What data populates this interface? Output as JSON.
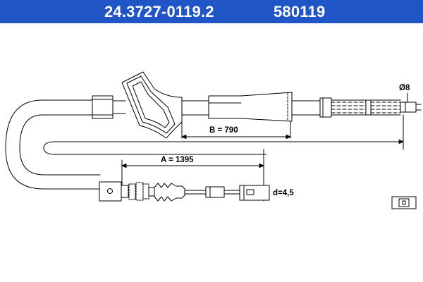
{
  "header": {
    "part_code": "24.3727-0119.2",
    "part_number": "580119",
    "background_color": "#1f55c4",
    "text_color": "#ffffff"
  },
  "diagram": {
    "dimension_a": "A = 1395",
    "dimension_b": "B = 790",
    "diameter_nipple": "Ø8",
    "diameter_end": "d=4,5"
  }
}
